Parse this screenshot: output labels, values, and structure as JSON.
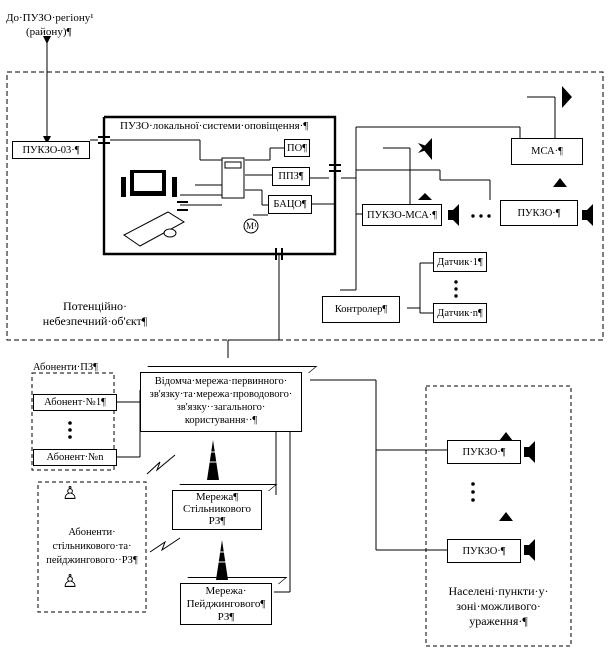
{
  "header": {
    "top_label_line1": "До·ПУЗО·регіону¹",
    "top_label_line2": "(району)¶"
  },
  "object": {
    "local_system_label": "ПУЗО·локальної·системи·оповіщення·¶",
    "pukzo03": "ПУКЗО-03·¶",
    "po": "ПО¶",
    "ppz": "ППЗ¶",
    "batso": "БАЦО¶",
    "mic": "М¹",
    "msa": "МСА·¶",
    "pukzo_msa": "ПУКЗО-МСА·¶",
    "pukzo": "ПУКЗО·¶",
    "dots": "• • •",
    "sensor1": "Датчик·1¶",
    "sensorn": "Датчик·n¶",
    "controller": "Контролер¶",
    "object_label_line1": "Потенційно·",
    "object_label_line2": "небезпечний·об'єкт¶"
  },
  "network": {
    "main_line1": "Відомча·мережа·первинного·",
    "main_line2": "зв'язку·та·мережа·проводового·",
    "main_line3": "зв'язку··загального·",
    "main_line4": "користування··¶",
    "cellular_line1": "Мережа¶",
    "cellular_line2": "Стільникового",
    "cellular_line3": "РЗ¶",
    "paging_line1": "Мережа·",
    "paging_line2": "Пейджингового¶",
    "paging_line3": "РЗ¶"
  },
  "subscribers": {
    "pz_title": "Абоненти·ПЗ¶",
    "abonent1": "Абонент·№1¶",
    "abonentn": "Абонент·№n",
    "mobile_line1": "Абоненти·",
    "mobile_line2": "стільникового·та·",
    "mobile_line3": "пейджингового··РЗ¶"
  },
  "settlements": {
    "pukzo_top": "ПУКЗО·¶",
    "pukzo_bottom": "ПУКЗО·¶",
    "label_line1": "Населені·пункти·у·",
    "label_line2": "зоні·можливого·",
    "label_line3": "ураження·¶"
  }
}
